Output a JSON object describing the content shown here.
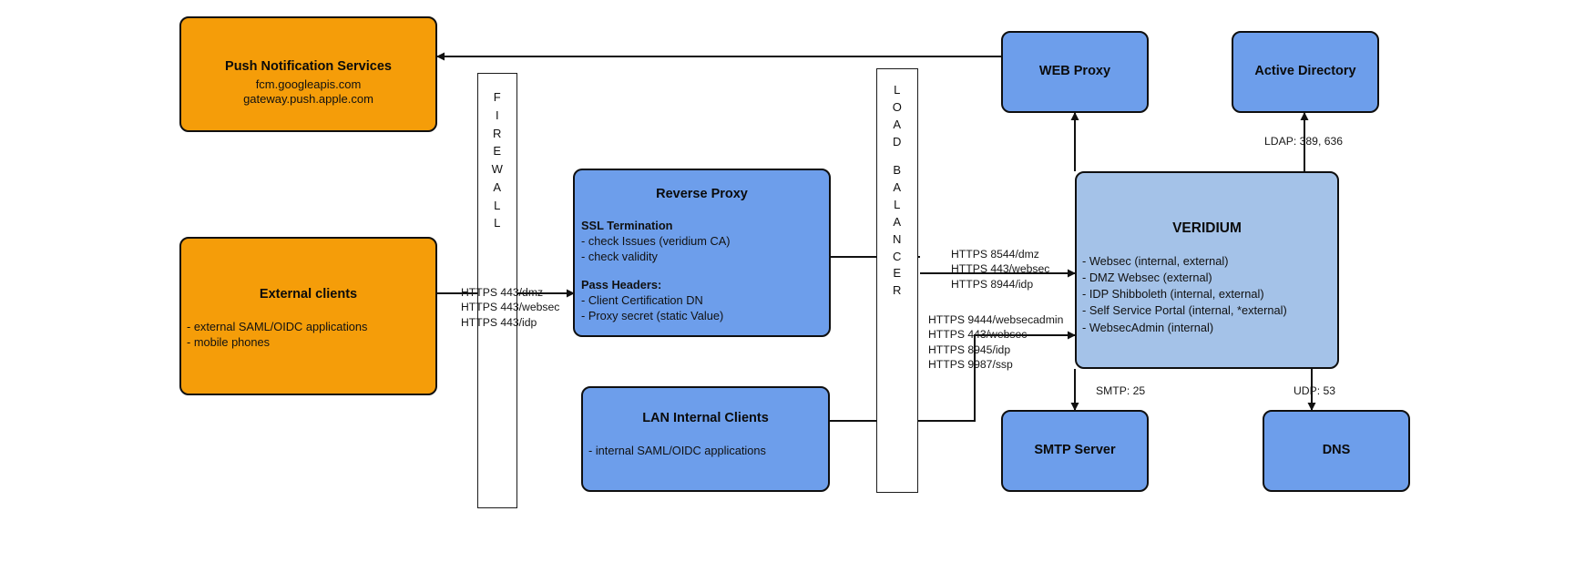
{
  "diagram": {
    "type": "network-architecture",
    "nodes": {
      "push_notification": {
        "title": "Push Notification Services",
        "lines": "fcm.googleapis.com\ngateway.push.apple.com",
        "color": "#f59d09"
      },
      "external_clients": {
        "title": "External clients",
        "lines": "- external SAML/OIDC applications\n- mobile phones",
        "color": "#f59d09"
      },
      "firewall": {
        "label": "FIREWALL",
        "letters": [
          "F",
          "I",
          "R",
          "E",
          "W",
          "A",
          "L",
          "L"
        ],
        "color": "#ffffff"
      },
      "load_balancer": {
        "label": "LOAD BALANCER",
        "letters": [
          "L",
          "O",
          "A",
          "D",
          "",
          "B",
          "A",
          "L",
          "A",
          "N",
          "C",
          "E",
          "R"
        ],
        "color": "#ffffff"
      },
      "reverse_proxy": {
        "title": "Reverse Proxy",
        "section1_heading": "SSL Termination",
        "section1_items": "- check Issues (veridium CA)\n- check validity",
        "section2_heading": "Pass Headers:",
        "section2_items": "- Client Certification DN\n- Proxy secret (static Value)",
        "color": "#6d9eeb"
      },
      "lan_internal_clients": {
        "title": "LAN Internal Clients",
        "lines": "- internal SAML/OIDC applications",
        "color": "#6d9eeb"
      },
      "web_proxy": {
        "title": "WEB Proxy",
        "color": "#6d9eeb"
      },
      "active_directory": {
        "title": "Active Directory",
        "color": "#6d9eeb"
      },
      "veridium": {
        "title": "VERIDIUM",
        "lines": "- Websec (internal, external)\n- DMZ Websec (external)\n- IDP Shibboleth (internal, external)\n- Self Service Portal (internal, *external)\n- WebsecAdmin (internal)",
        "color": "#a4c2e8"
      },
      "smtp_server": {
        "title": "SMTP Server",
        "color": "#6d9eeb"
      },
      "dns": {
        "title": "DNS",
        "color": "#6d9eeb"
      }
    },
    "edge_labels": {
      "clients_to_firewall": "HTTPS 443/dmz\nHTTPS 443/websec\nHTTPS 443/idp",
      "lb_to_veridium": "HTTPS 8544/dmz\nHTTPS 443/websec\nHTTPS 8944/idp",
      "lan_to_veridium": "HTTPS 9444/websecadmin\nHTTPS 443/websec\nHTTPS 8945/idp\nHTTPS 9987/ssp",
      "veridium_to_ad": "LDAP: 389, 636",
      "veridium_to_smtp": "SMTP: 25",
      "veridium_to_dns": "UDP: 53"
    }
  }
}
